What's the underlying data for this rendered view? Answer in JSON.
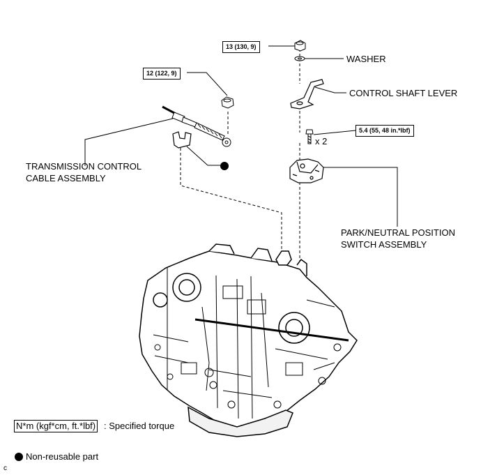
{
  "labels": {
    "washer": "WASHER",
    "control_shaft_lever": "CONTROL SHAFT LEVER",
    "x2": "x 2",
    "cable_line1": "TRANSMISSION CONTROL",
    "cable_line2": "CABLE ASSEMBLY",
    "pnp_line1": "PARK/NEUTRAL POSITION",
    "pnp_line2": "SWITCH ASSEMBLY"
  },
  "torques": {
    "nut_top": "13 (130, 9)",
    "nut_cable": "12 (122, 9)",
    "bolt_switch": "5.4 (55, 48 in.*lbf)"
  },
  "legend": {
    "torque_box": "N*m (kgf*cm, ft.*lbf)",
    "torque_text": ": Specified torque",
    "non_reusable": "Non-reusable part"
  },
  "corner_code": "c"
}
